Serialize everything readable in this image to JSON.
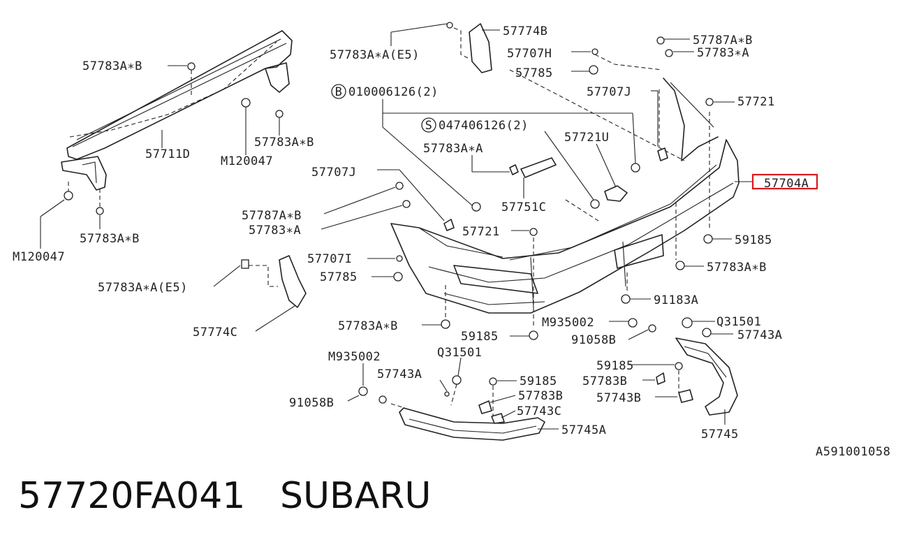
{
  "diagram": {
    "code": "A591001058",
    "labels": {
      "l57783AB_top": "57783A∗B",
      "l57711D": "57711D",
      "lM120047_a": "M120047",
      "l57783AB_b": "57783A∗B",
      "lM120047_b": "M120047",
      "l57783AB_c": "57783A∗B",
      "l57783AA_E5_top": "57783A∗A(E5)",
      "l57774B": "57774B",
      "l57707H": "57707H",
      "l57785_top": "57785",
      "l57787AB_top": "57787A∗B",
      "l57783A_top": "57783∗A",
      "l57707J_right": "57707J",
      "l57721_right": "57721",
      "lB010006126": "010006126(2)",
      "lS047406126": "047406126(2)",
      "l57721U": "57721U",
      "l57783AA_mid": "57783A∗A",
      "l57707J_left": "57707J",
      "l57751C": "57751C",
      "l57787AB_mid": "57787A∗B",
      "l57783A_mid": "57783∗A",
      "l57721_mid": "57721",
      "l57704A": "57704A",
      "l59185_right": "59185",
      "l57707I": "57707I",
      "l57783AB_right": "57783A∗B",
      "l57785_mid": "57785",
      "l57783AA_E5_mid": "57783A∗A(E5)",
      "l91183A": "91183A",
      "l57774C": "57774C",
      "lM935002_mid": "M935002",
      "lQ31501_right": "Q31501",
      "l57783AB_bot": "57783A∗B",
      "l59185_mid": "59185",
      "l91058B_mid": "91058B",
      "l57743A_right": "57743A",
      "lM935002_left": "M935002",
      "lQ31501_left": "Q31501",
      "l57743A_left": "57743A",
      "l59185_lowright": "59185",
      "l57783B_right": "57783B",
      "l91058B_left": "91058B",
      "l59185_low": "59185",
      "l57783B_low": "57783B",
      "l57743B": "57743B",
      "l57743C": "57743C",
      "l57745A": "57745A",
      "l57745": "57745"
    },
    "badges": {
      "b_letter": "B",
      "s_letter": "S"
    }
  },
  "footer": {
    "part_number": "57720FA041",
    "brand": "SUBARU"
  },
  "colors": {
    "highlight": "#d9181f",
    "ink": "#222222"
  }
}
